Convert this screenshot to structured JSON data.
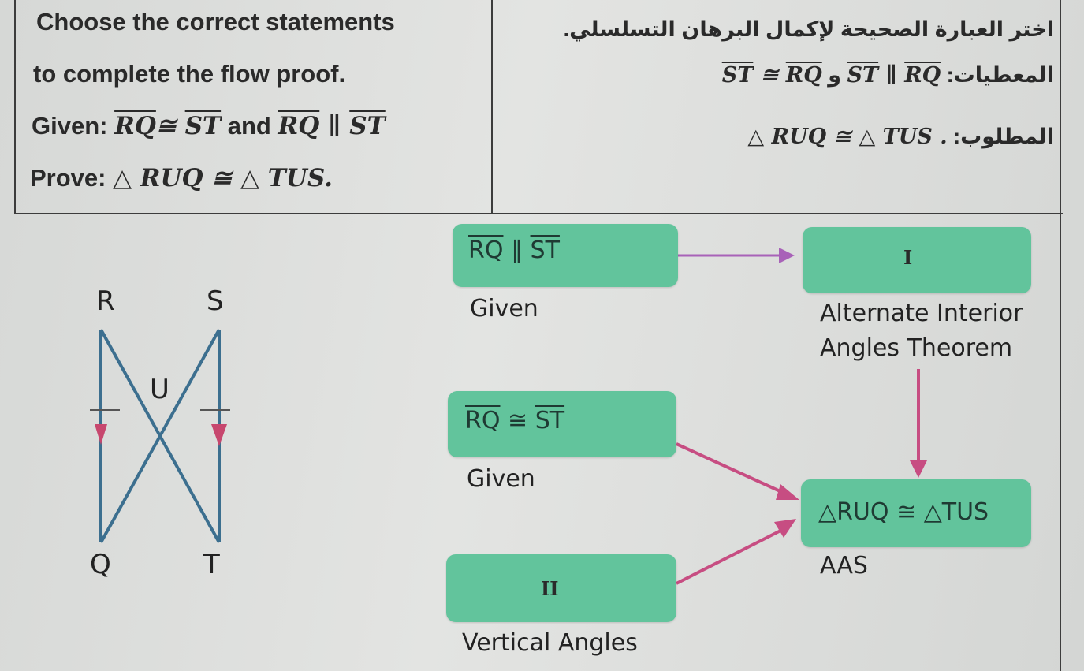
{
  "prompt_en": {
    "line1": "Choose the correct statements",
    "line2": "to complete the flow proof.",
    "given_label": "Given: ",
    "given_a": "RQ",
    "given_cong": "≅ ",
    "given_b": "ST",
    "given_and": " and ",
    "given_c": "RQ",
    "given_par": " ∥ ",
    "given_d": "ST",
    "prove_label": "Prove: ",
    "prove_stmt": "△ RUQ  ≅ △ TUS."
  },
  "prompt_ar": {
    "line1": "اختر العبارة الصحيحة لإكمال البرهان التسلسلي.",
    "given_label": "المعطيات: ",
    "given_stmt_a": "RQ",
    "given_cong": " ≅ ",
    "given_stmt_b": "ST",
    "given_and": " و ",
    "given_stmt_c": "RQ",
    "given_par": " ∥ ",
    "given_stmt_d": "ST",
    "prove_label": "المطلوب: ",
    "prove_stmt": "△ RUQ  ≅ △ TUS ."
  },
  "figure": {
    "labels": {
      "R": "R",
      "S": "S",
      "U": "U",
      "Q": "Q",
      "T": "T"
    }
  },
  "flow": {
    "box1": {
      "a": "RQ",
      "sym": " ∥ ",
      "b": "ST",
      "reason": "Given"
    },
    "box2": {
      "a": "RQ",
      "sym": " ≅ ",
      "b": "ST",
      "reason": "Given"
    },
    "box3": {
      "text": "II",
      "reason": "Vertical Angles"
    },
    "box4": {
      "text": "I",
      "reason_line1": "Alternate Interior",
      "reason_line2": "Angles Theorem"
    },
    "box5": {
      "text": "△RUQ ≅ △TUS",
      "reason": "AAS"
    }
  },
  "colors": {
    "box_fill": "#62c49c",
    "arrow_main": "#c74d82",
    "arrow_top": "#a862b8",
    "figure_line": "#3c6f8f",
    "figure_tick": "#c7476e"
  }
}
